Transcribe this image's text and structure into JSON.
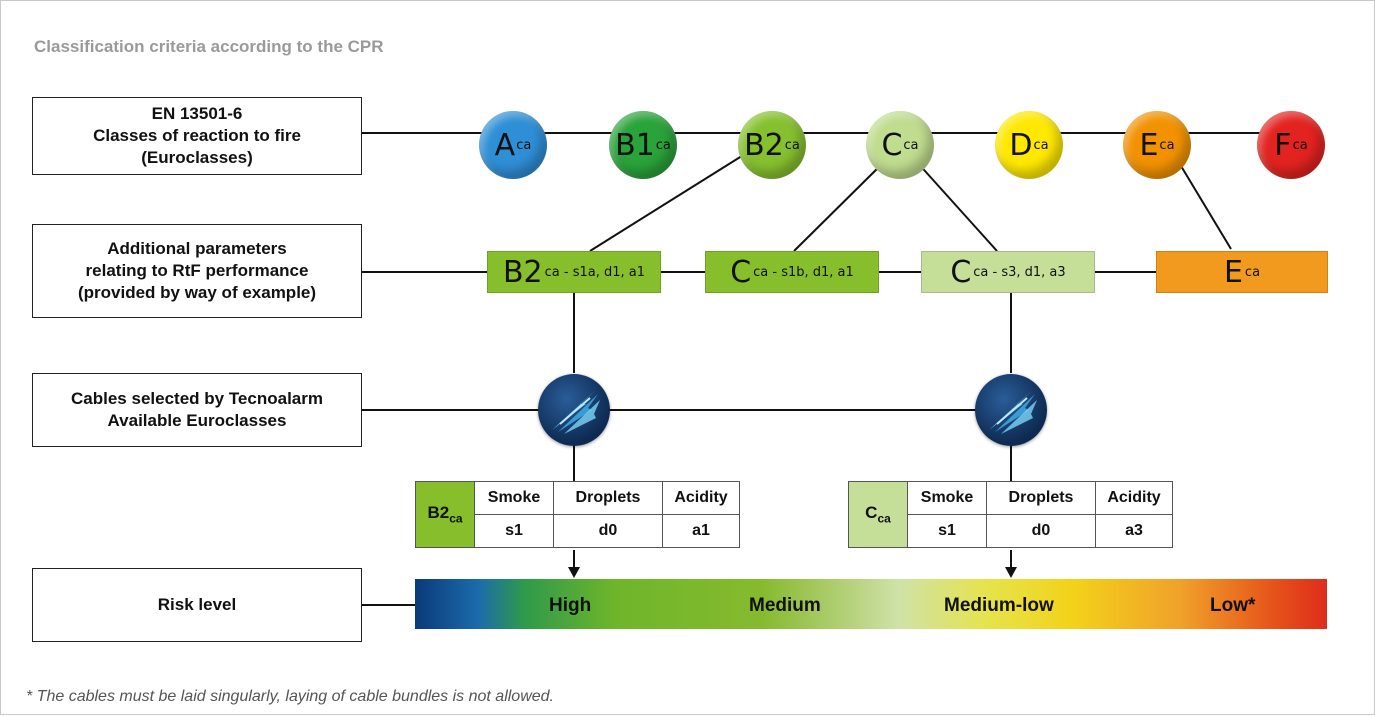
{
  "title": "Classification criteria according to the CPR",
  "footnote": "* The cables must be laid singularly, laying of cable bundles is not allowed.",
  "rows": {
    "euroclasses": {
      "line1": "EN 13501-6",
      "line2": "Classes of reaction to fire",
      "line3": "(Euroclasses)"
    },
    "parameters": {
      "line1": "Additional parameters",
      "line2": "relating to RtF performance",
      "line3": "(provided by way of example)"
    },
    "cables": {
      "line1": "Cables selected by Tecnoalarm",
      "line2": "Available Euroclasses"
    },
    "risk": {
      "line1": "Risk level"
    }
  },
  "classes": [
    {
      "main": "A",
      "sub": "ca",
      "color": "#2f8fd6"
    },
    {
      "main": "B1",
      "sub": "ca",
      "color": "#2aa33a"
    },
    {
      "main": "B2",
      "sub": "ca",
      "color": "#86c02e"
    },
    {
      "main": "C",
      "sub": "ca",
      "color": "#c0dc8e"
    },
    {
      "main": "D",
      "sub": "ca",
      "color": "#ffe800"
    },
    {
      "main": "E",
      "sub": "ca",
      "color": "#f29200"
    },
    {
      "main": "F",
      "sub": "ca",
      "color": "#e3231f"
    }
  ],
  "params": [
    {
      "main": "B2",
      "sub": "ca - s1a, d1, a1",
      "color": "#86be2c"
    },
    {
      "main": "C",
      "sub": "ca - s1b, d1, a1",
      "color": "#86be2c"
    },
    {
      "main": "C",
      "sub": "ca - s3, d1, a3",
      "color": "#c6df98"
    },
    {
      "main": "E",
      "sub": "ca",
      "color": "#f29a1e"
    }
  ],
  "tables": [
    {
      "cls_main": "B2",
      "cls_sub": "ca",
      "cls_color": "#86be2c",
      "headers": [
        "Smoke",
        "Droplets",
        "Acidity"
      ],
      "values": [
        "s1",
        "d0",
        "a1"
      ]
    },
    {
      "cls_main": "C",
      "cls_sub": "ca",
      "cls_color": "#c6df98",
      "headers": [
        "Smoke",
        "Droplets",
        "Acidity"
      ],
      "values": [
        "s1",
        "d0",
        "a3"
      ]
    }
  ],
  "risk_levels": [
    "High",
    "Medium",
    "Medium-low",
    "Low*"
  ],
  "logo_icon": "tecnoalarm-logo-icon"
}
